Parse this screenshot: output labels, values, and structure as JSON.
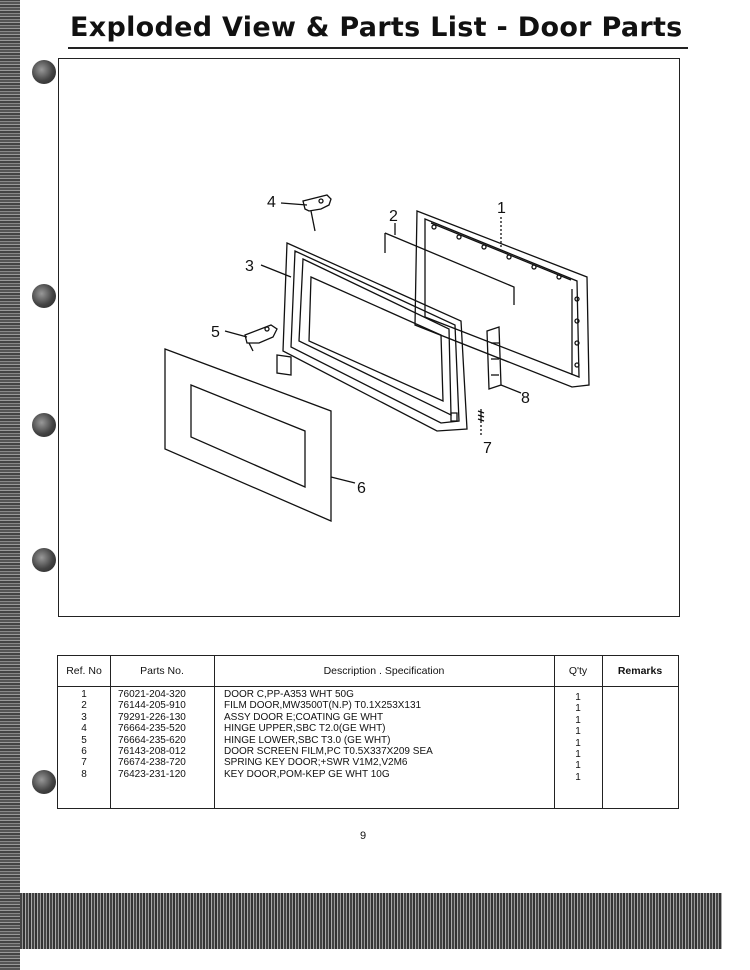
{
  "title": "Exploded View & Parts List - Door Parts",
  "diagram": {
    "callouts": [
      "1",
      "2",
      "3",
      "4",
      "5",
      "6",
      "7",
      "8"
    ]
  },
  "table": {
    "headers": {
      "ref": "Ref. No",
      "part": "Parts No.",
      "desc": "Description . Specification",
      "qty": "Q'ty",
      "remarks": "Remarks"
    },
    "rows": [
      {
        "ref": "1",
        "part": "76021-204-320",
        "desc": "DOOR C,PP-A353 WHT 50G",
        "qty": "1"
      },
      {
        "ref": "2",
        "part": "76144-205-910",
        "desc": "FILM DOOR,MW3500T(N.P) T0.1X253X131",
        "qty": "1"
      },
      {
        "ref": "3",
        "part": "79291-226-130",
        "desc": "ASSY DOOR E;COATING GE WHT",
        "qty": "1"
      },
      {
        "ref": "4",
        "part": "76664-235-520",
        "desc": "HINGE UPPER,SBC T2.0(GE WHT)",
        "qty": "1"
      },
      {
        "ref": "5",
        "part": "76664-235-620",
        "desc": "HINGE LOWER,SBC T3.0 (GE WHT)",
        "qty": "1"
      },
      {
        "ref": "6",
        "part": "76143-208-012",
        "desc": "DOOR SCREEN FILM,PC T0.5X337X209 SEA",
        "qty": "1"
      },
      {
        "ref": "7",
        "part": "76674-238-720",
        "desc": "SPRING KEY DOOR;+SWR V1M2,V2M6",
        "qty": "1"
      },
      {
        "ref": "8",
        "part": "76423-231-120",
        "desc": "KEY DOOR,POM-KEP GE WHT 10G",
        "qty": "1"
      }
    ]
  },
  "page_number": "9"
}
